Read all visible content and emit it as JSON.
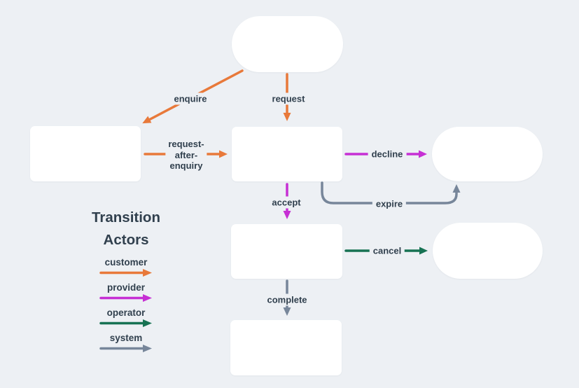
{
  "colors": {
    "background": "#edf0f4",
    "node": "#ffffff",
    "text": "#31404e",
    "customer": "#e8793a",
    "provider": "#c62fd4",
    "operator": "#177253",
    "system": "#77869a"
  },
  "diagram": {
    "nodes": [
      {
        "id": "top-center",
        "shape": "stadium"
      },
      {
        "id": "left",
        "shape": "rectangle"
      },
      {
        "id": "center",
        "shape": "rectangle"
      },
      {
        "id": "right-upper",
        "shape": "stadium"
      },
      {
        "id": "center-lower",
        "shape": "rectangle"
      },
      {
        "id": "right-lower",
        "shape": "stadium"
      },
      {
        "id": "bottom-center",
        "shape": "rectangle"
      }
    ],
    "transitions": [
      {
        "label": "enquire",
        "actor": "customer"
      },
      {
        "label": "request",
        "actor": "customer"
      },
      {
        "label": "request-after-enquiry",
        "lines": [
          "request-",
          "after-",
          "enquiry"
        ],
        "actor": "customer"
      },
      {
        "label": "decline",
        "actor": "provider"
      },
      {
        "label": "accept",
        "actor": "provider"
      },
      {
        "label": "expire",
        "actor": "system"
      },
      {
        "label": "cancel",
        "actor": "operator"
      },
      {
        "label": "complete",
        "actor": "system"
      }
    ],
    "legend": {
      "title_lines": [
        "Transition",
        "Actors"
      ],
      "items": [
        {
          "label": "customer",
          "color": "#e8793a"
        },
        {
          "label": "provider",
          "color": "#c62fd4"
        },
        {
          "label": "operator",
          "color": "#177253"
        },
        {
          "label": "system",
          "color": "#77869a"
        }
      ]
    }
  }
}
